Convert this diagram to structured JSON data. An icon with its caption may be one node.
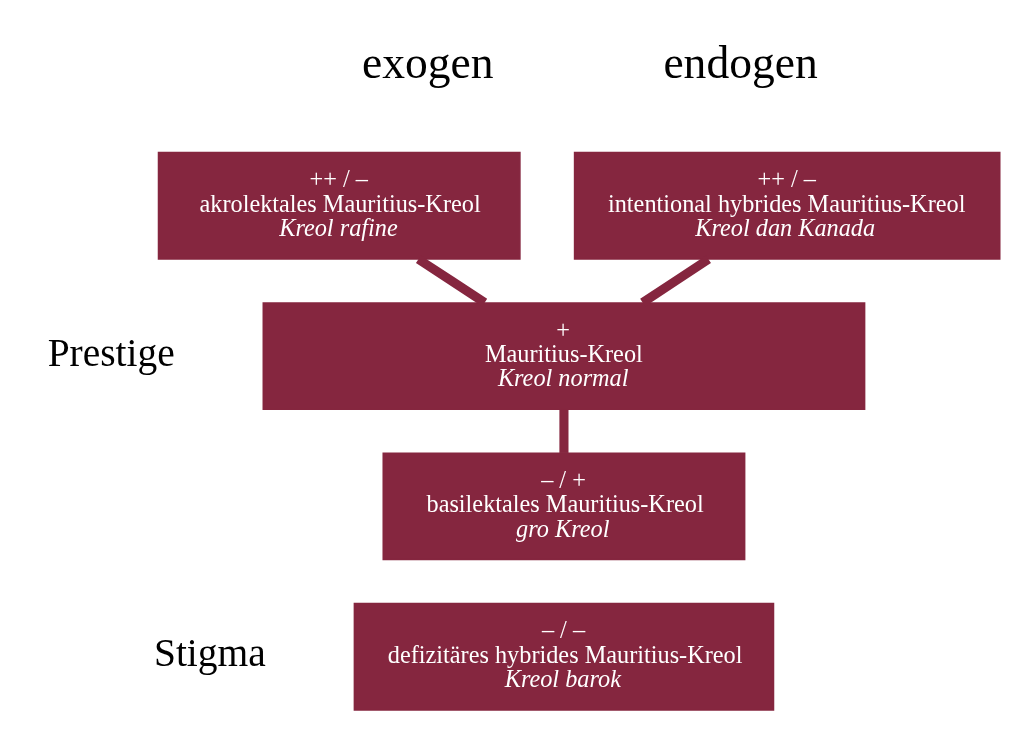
{
  "diagram": {
    "nodes": [
      {
        "text": [
          "++ / –",
          "akrolektales Mauritius-Kreol",
          "Kreol rafine"
        ]
      },
      {
        "text": [
          "++ / –",
          "intentional hybrides Mauritius-Kreol",
          "Kreol dan Kanada"
        ]
      },
      {
        "text": [
          "+",
          "Mauritius-Kreol",
          "Kreol normal"
        ]
      },
      {
        "text": [
          "– / +",
          "basilektales Mauritius-Kreol",
          "gro Kreol"
        ]
      },
      {
        "text": [
          "– / –",
          "defizitäres hybrides Mauritius-Kreol",
          "Kreol barok"
        ]
      }
    ],
    "edges": [
      {
        "from": 0,
        "to": 2,
        "arrow": "none"
      },
      {
        "from": 1,
        "to": 2,
        "arrow": "none"
      },
      {
        "from": 2,
        "to": 3,
        "arrow": "none"
      }
    ],
    "labels": [
      "exogen",
      "endogen",
      "Prestige",
      "Stigma"
    ]
  }
}
